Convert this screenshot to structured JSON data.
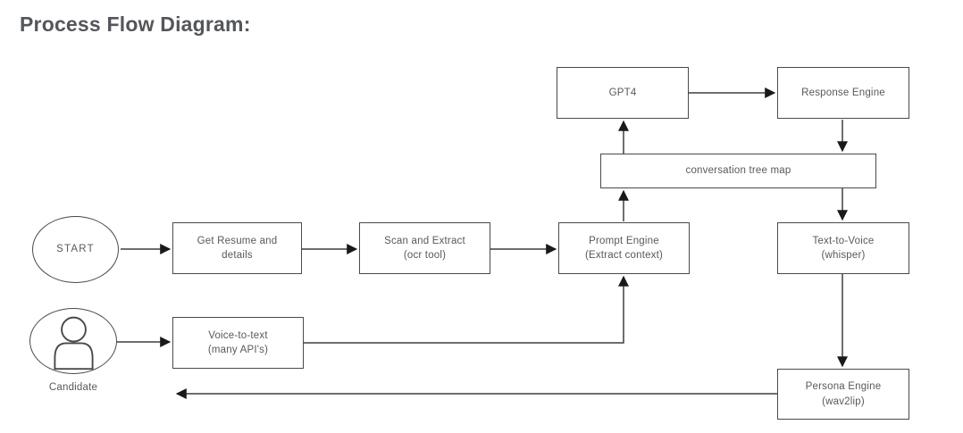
{
  "title": "Process Flow Diagram:",
  "colors": {
    "title_color": "#54565b",
    "stroke_color": "#4a4a4a",
    "text_color": "#595959",
    "line_color": "#3f3f3f",
    "arrowhead_color": "#1a1a1a",
    "background": "#ffffff"
  },
  "nodes": {
    "start": {
      "label": "START",
      "shape": "ellipse"
    },
    "candidate": {
      "label": "Candidate",
      "shape": "person"
    },
    "get_resume": {
      "label": "Get Resume and\ndetails",
      "shape": "rect"
    },
    "scan_extract": {
      "label": "Scan and Extract\n(ocr tool)",
      "shape": "rect"
    },
    "prompt_engine": {
      "label": "Prompt Engine\n(Extract context)",
      "shape": "rect"
    },
    "voice_to_text": {
      "label": "Voice-to-text\n(many API's)",
      "shape": "rect"
    },
    "gpt4": {
      "label": "GPT4",
      "shape": "rect"
    },
    "response_engine": {
      "label": "Response Engine",
      "shape": "rect"
    },
    "conversation_tree_map": {
      "label": "conversation tree map",
      "shape": "rect"
    },
    "text_to_voice": {
      "label": "Text-to-Voice\n(whisper)",
      "shape": "rect"
    },
    "persona_engine": {
      "label": "Persona Engine\n(wav2lip)",
      "shape": "rect"
    }
  },
  "edges": [
    {
      "from": "start",
      "to": "get_resume"
    },
    {
      "from": "get_resume",
      "to": "scan_extract"
    },
    {
      "from": "scan_extract",
      "to": "prompt_engine"
    },
    {
      "from": "prompt_engine",
      "to": "conversation_tree_map"
    },
    {
      "from": "conversation_tree_map",
      "to": "gpt4"
    },
    {
      "from": "gpt4",
      "to": "response_engine"
    },
    {
      "from": "response_engine",
      "to": "conversation_tree_map"
    },
    {
      "from": "conversation_tree_map",
      "to": "text_to_voice"
    },
    {
      "from": "text_to_voice",
      "to": "persona_engine"
    },
    {
      "from": "candidate",
      "to": "voice_to_text"
    },
    {
      "from": "voice_to_text",
      "to": "prompt_engine"
    },
    {
      "from": "persona_engine",
      "to": "candidate"
    }
  ]
}
